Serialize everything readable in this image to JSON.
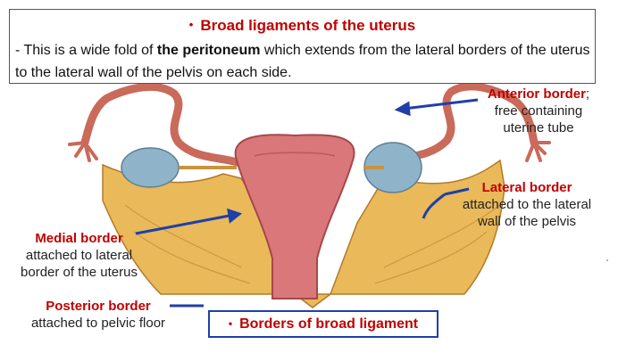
{
  "header": {
    "bullet": "•",
    "title": "Broad ligaments of the uterus",
    "body_prefix": "- This is a wide fold of ",
    "body_bold": "the peritoneum",
    "body_suffix": " which extends from the lateral borders of the uterus to the lateral wall of the pelvis on each side."
  },
  "labels": {
    "anterior": {
      "title": "Anterior border",
      "tail": ";",
      "lines": [
        "free containing",
        "uterine tube"
      ]
    },
    "lateral": {
      "title": "Lateral border",
      "lines": [
        "attached to the lateral",
        "wall of the pelvis"
      ]
    },
    "medial": {
      "title": "Medial border",
      "lines": [
        "attached to lateral",
        "border of the uterus"
      ]
    },
    "posterior": {
      "title": "Posterior border",
      "lines": [
        "attached to pelvic floor"
      ]
    }
  },
  "footer": {
    "bullet": "•",
    "title": "Borders of broad ligament"
  },
  "colors": {
    "accent_red": "#c00000",
    "arrow_blue": "#1f3fa8",
    "ligament_yellow": "#e9b95a",
    "uterus_pink": "#d9777a",
    "ovary_blue": "#8fb4c9"
  }
}
